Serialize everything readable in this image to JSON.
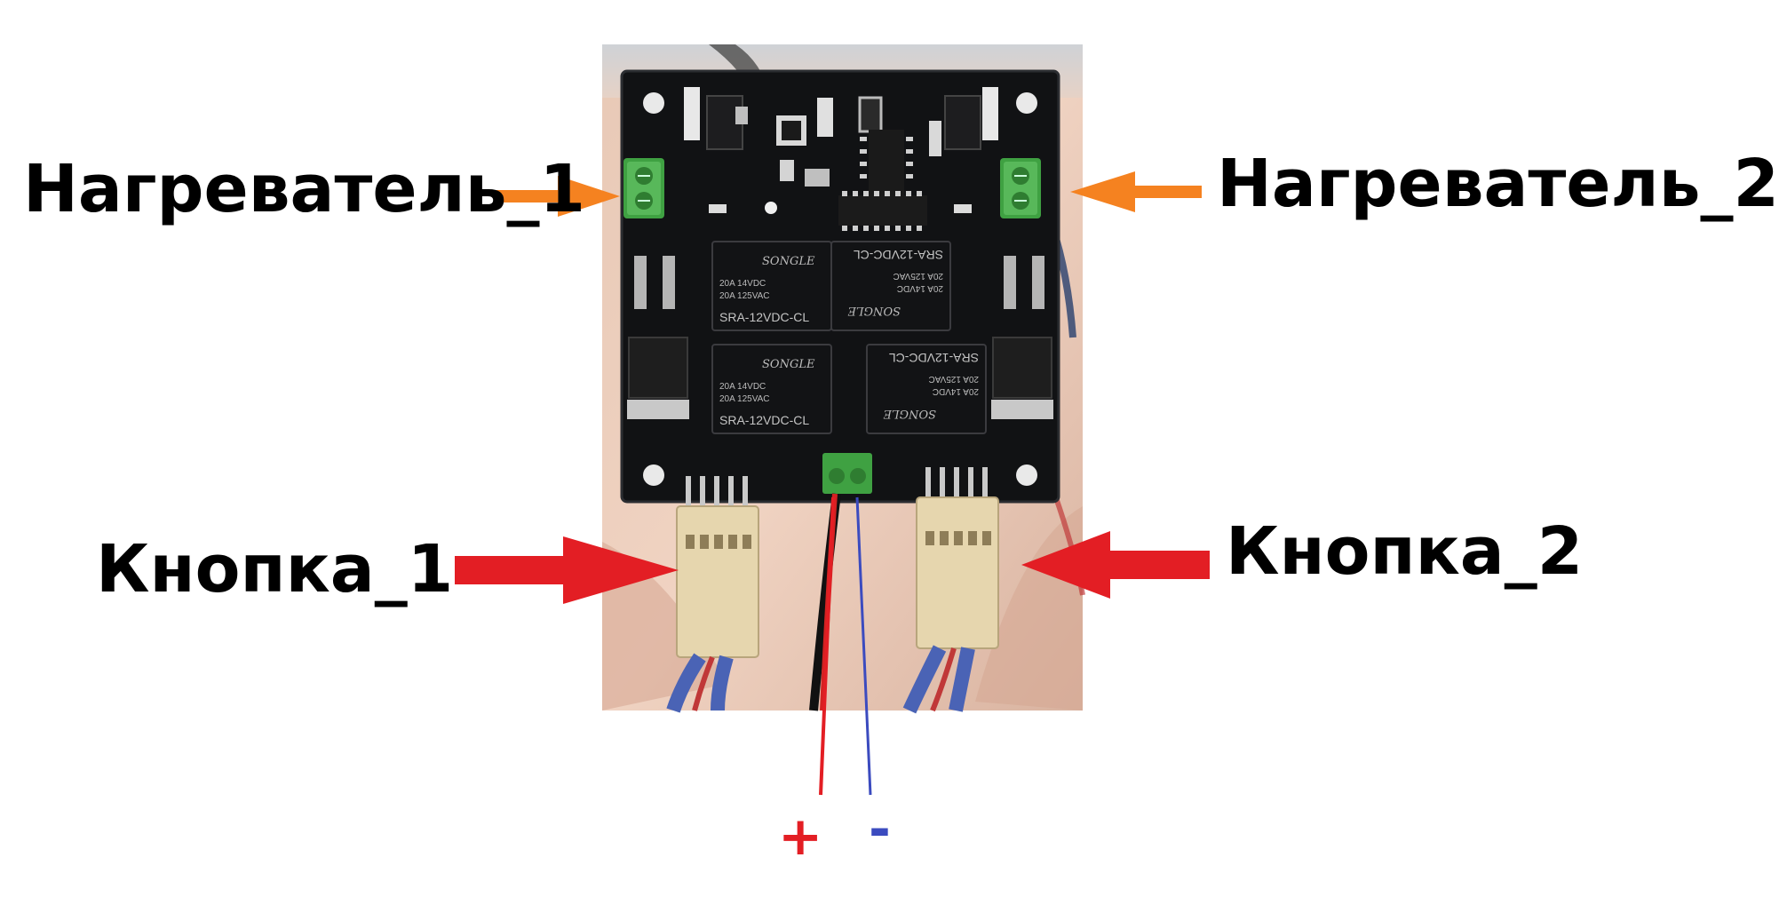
{
  "labels": {
    "heater_1": "Нагреватель_1",
    "heater_2": "Нагреватель_2",
    "button_1": "Кнопка_1",
    "button_2": "Кнопка_2",
    "plus": "+",
    "minus": "-"
  },
  "relays": [
    {
      "brand": "SONGLE",
      "rating_1": "20A 14VDC",
      "rating_2": "20A 125VAC",
      "model": "SRA-12VDC-CL"
    },
    {
      "brand": "SONGLE",
      "rating_1": "20A 14VDC",
      "rating_2": "20A 125VAC",
      "model": "SRA-12VDC-CL"
    },
    {
      "brand": "SONGLE",
      "rating_1": "20A 14VDC",
      "rating_2": "20A 125VAC",
      "model": "SRA-12VDC-CL"
    },
    {
      "brand": "SONGLE",
      "rating_1": "20A 14VDC",
      "rating_2": "20A 125VAC",
      "model": "SRA-12VDC-CL"
    }
  ],
  "colors": {
    "heater_arrow": "#f58220",
    "button_arrow": "#e31e24",
    "plus_wire": "#e31e24",
    "minus_wire": "#3b4bbf",
    "text": "#000000"
  }
}
